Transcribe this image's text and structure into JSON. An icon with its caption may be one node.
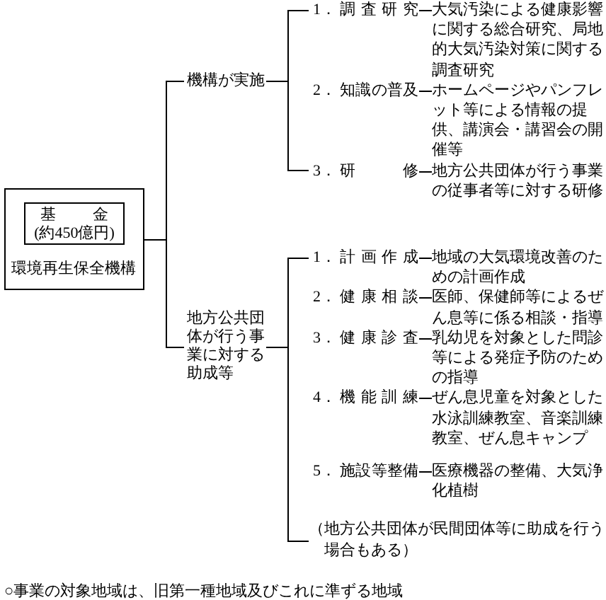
{
  "diagram": {
    "nodes": [
      {
        "text": [
          "環境再生保全機構"
        ]
      },
      {
        "text": [
          "基　金",
          "(約450億円)"
        ],
        "in": 0
      },
      {
        "text": [
          "機構が実施"
        ]
      },
      {
        "text": [
          "地方公共団体が行う事業に対する助成等"
        ]
      },
      {
        "text": [
          "1．",
          "調査研究",
          "大気汚染による健康影響に関する総合研究、局地的大気汚染対策に関する調査研究"
        ]
      },
      {
        "text": [
          "2．",
          "知識の普及",
          "ホームページやパンフレット等による情報の提供、講演会・講習会の開催等"
        ]
      },
      {
        "text": [
          "3．",
          "研修",
          "地方公共団体が行う事業の従事者等に対する研修"
        ]
      },
      {
        "text": [
          "1．",
          "計画作成",
          "地域の大気環境改善のための計画作成"
        ]
      },
      {
        "text": [
          "2．",
          "健康相談",
          "医師、保健師等によるぜん息等に係る相談・指導"
        ]
      },
      {
        "text": [
          "3．",
          "健康診査",
          "乳幼児を対象とした問診等による発症予防のための指導"
        ]
      },
      {
        "text": [
          "4．",
          "機能訓練",
          "ぜん息児童を対象とした水泳訓練教室、音楽訓練教室、ぜん息キャンプ"
        ]
      },
      {
        "text": [
          "5．",
          "施設等整備",
          "医療機器の整備、大気浄化植樹"
        ]
      },
      {
        "text": [
          "（地方公共団体が民間団体等に助成を行う場合もある）"
        ]
      }
    ],
    "edges": [
      {
        "from": 0,
        "to": 2,
        "arrow": "none"
      },
      {
        "from": 0,
        "to": 3,
        "arrow": "none"
      },
      {
        "from": 2,
        "to": 4,
        "arrow": "none"
      },
      {
        "from": 2,
        "to": 6,
        "arrow": "none"
      },
      {
        "from": 3,
        "to": 7,
        "arrow": "none"
      },
      {
        "from": 3,
        "to": 12,
        "arrow": "none"
      }
    ],
    "labels": [
      "○事業の対象地域は、旧第一種地域及びこれに準ずる地域"
    ]
  }
}
